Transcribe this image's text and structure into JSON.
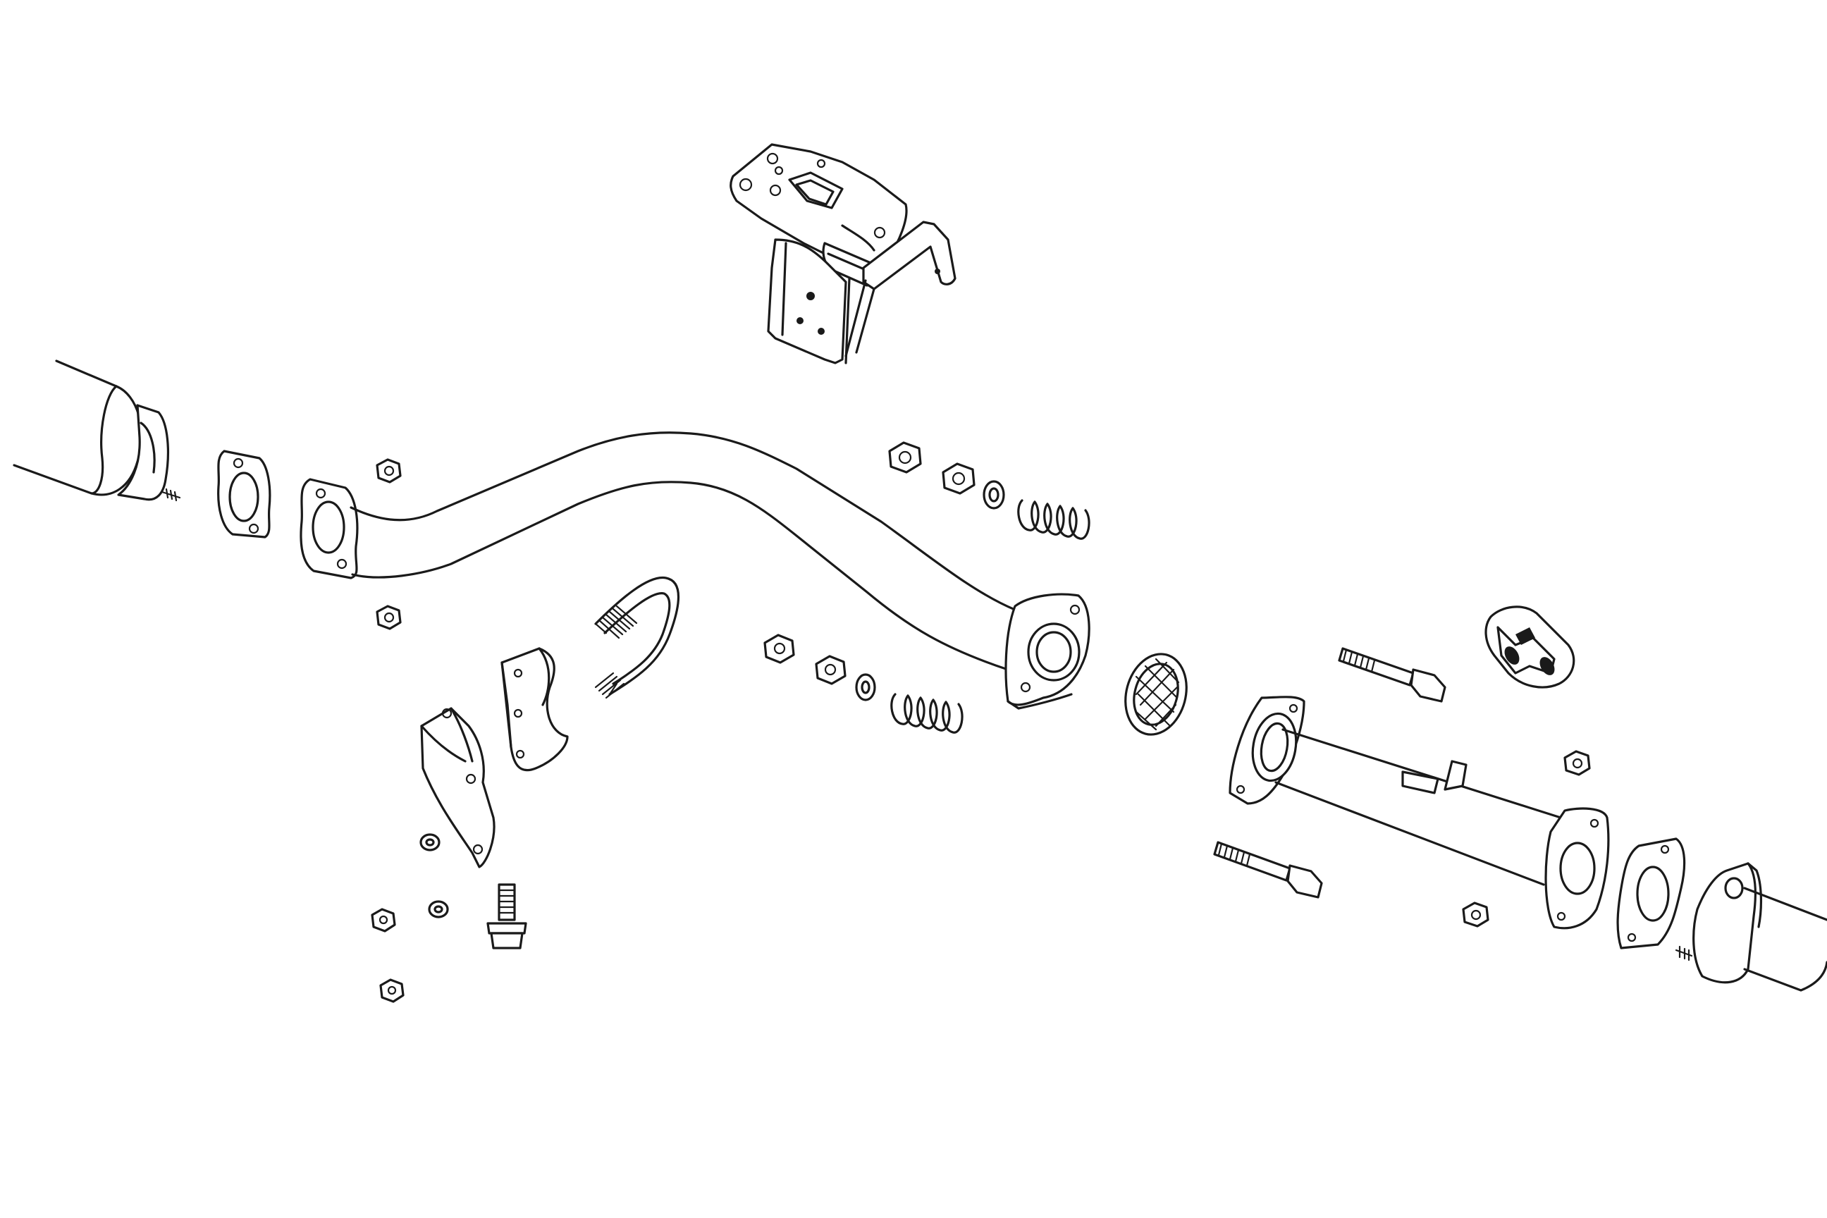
{
  "diagram": {
    "kind": "exploded exhaust system parts illustration",
    "line_color": "#1a1a1a",
    "background_color": "#ffffff",
    "parts": [
      "rear-muffler",
      "muffler-gasket",
      "intermediate-pipe",
      "flange-nut",
      "u-bolt",
      "u-bolt-clamp-bracket",
      "hanger-bracket",
      "lock-washer",
      "flange-bolt",
      "spring",
      "washer",
      "hex-nut",
      "donut-seal-ring",
      "front-pipe",
      "long-bolt",
      "rubber-hanger-mount",
      "catalytic-converter-gasket",
      "catalytic-converter",
      "transmission-mount-bracket"
    ]
  }
}
